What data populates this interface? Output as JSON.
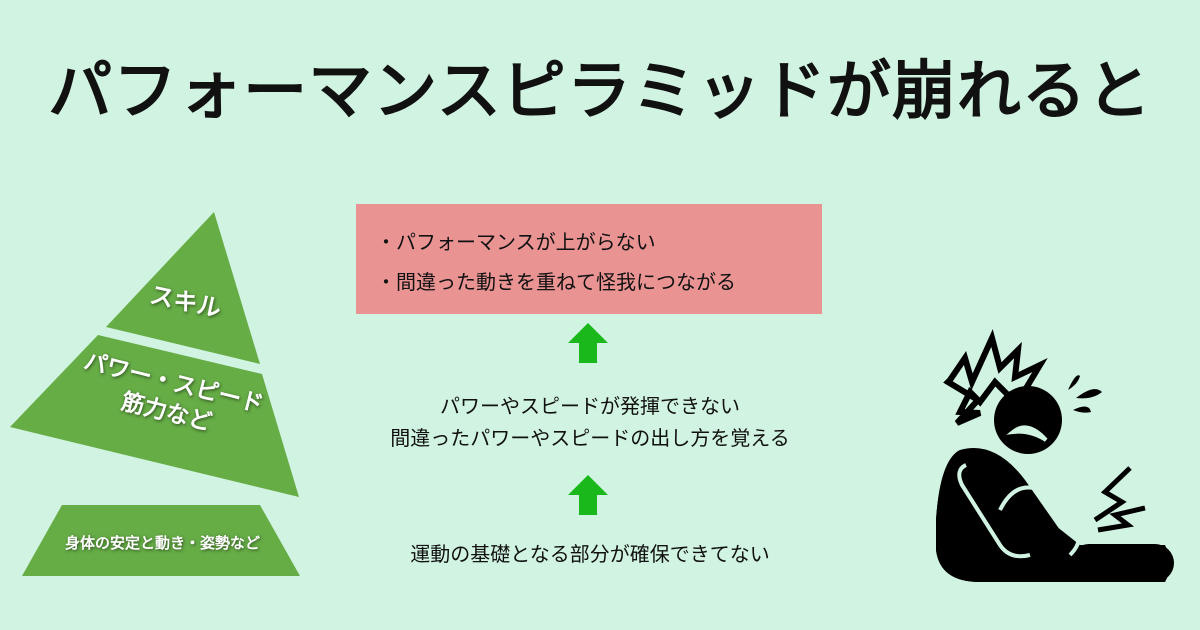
{
  "title": "パフォーマンスピラミッドが崩れると",
  "pyramid": {
    "top": "スキル",
    "middle_line1": "パワー・スピード",
    "middle_line2": "筋力など",
    "bottom": "身体の安定と動き・姿勢など"
  },
  "result_box": {
    "items": [
      "・パフォーマンスが上がらない",
      "・間違った動きを重ねて怪我につながる"
    ]
  },
  "middle_text": {
    "line1": "パワーやスピードが発揮できない",
    "line2": "間違ったパワーやスピードの出し方を覚える"
  },
  "bottom_text": "運動の基礎となる部分が確保できてない",
  "colors": {
    "background": "#d1f3e1",
    "pyramid": "#66ad46",
    "box": "#e99393",
    "arrow": "#1bb81b"
  },
  "icons": [
    "arrow-up-icon",
    "injured-person-icon"
  ]
}
